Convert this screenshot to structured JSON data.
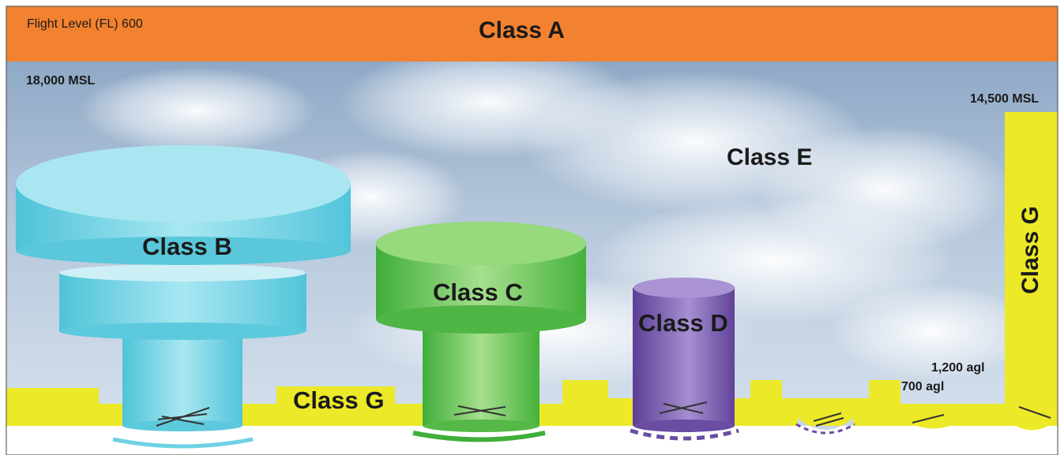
{
  "header": {
    "flight_level": "Flight Level (FL) 600",
    "class_a": "Class A"
  },
  "altitudes": {
    "msl_18000": "18,000 MSL",
    "msl_14500": "14,500 MSL",
    "agl_1200": "1,200 agl",
    "agl_700": "700 agl"
  },
  "classes": {
    "b": "Class B",
    "c": "Class C",
    "d": "Class D",
    "e": "Class E",
    "g_ground": "Class G",
    "g_side": "Class G"
  },
  "colors": {
    "class_a_band": "#f28230",
    "class_b": "#6ed2e4",
    "class_c": "#5cbf4a",
    "class_d": "#7b5bb0",
    "class_g": "#ece928",
    "sky": "#a8bdd6"
  }
}
